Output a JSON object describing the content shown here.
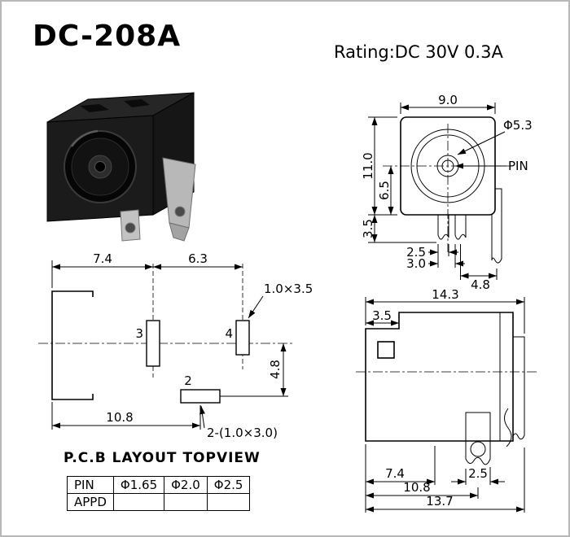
{
  "header": {
    "title": "DC-208A",
    "rating": "Rating:DC 30V 0.3A"
  },
  "front_view": {
    "dim_width": "9.0",
    "dim_height": "11.0",
    "dim_center_height": "6.5",
    "dim_pin_length": "3.5",
    "dim_pin_width": "2.5",
    "dim_pin_pitch": "3.0",
    "dim_lug_offset": "4.8",
    "label_barrel_dia": "Φ5.3",
    "label_pin": "PIN"
  },
  "pcb_layout": {
    "caption": "P.C.B LAYOUT TOPVIEW",
    "dim_pitch_left": "7.4",
    "dim_pitch_right": "6.3",
    "label_slot_34": "1.0×3.5",
    "dim_offset": "4.8",
    "dim_bottom": "10.8",
    "label_slot_2": "2-(1.0×3.0)",
    "pad_2": "2",
    "pad_3": "3",
    "pad_4": "4"
  },
  "side_view": {
    "dim_width": "14.3",
    "dim_flange": "3.5",
    "dim_pin1": "7.4",
    "dim_hole": "2.5",
    "dim_pin2": "10.8",
    "dim_total": "13.7"
  },
  "spec_table": {
    "rows": [
      {
        "label": "PIN",
        "c1": "Φ1.65",
        "c2": "Φ2.0",
        "c3": "Φ2.5"
      },
      {
        "label": "APPD",
        "c1": "",
        "c2": "",
        "c3": ""
      }
    ]
  }
}
